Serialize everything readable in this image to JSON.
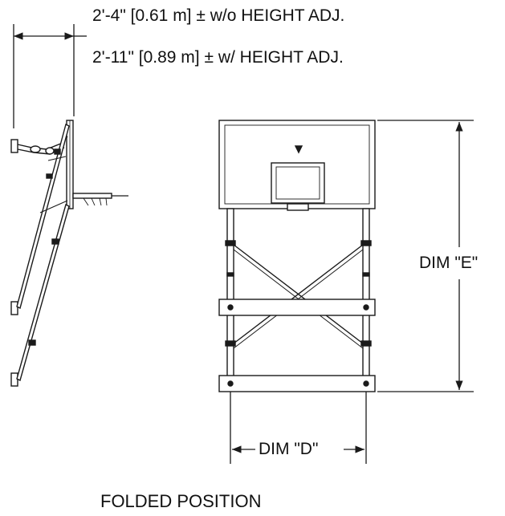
{
  "labels": {
    "without_height_adj": "2'-4\" [0.61 m] ±  w/o HEIGHT ADJ.",
    "with_height_adj": "2'-11\" [0.89 m] ±  w/ HEIGHT ADJ.",
    "dim_e": "DIM \"E\"",
    "dim_d": "DIM \"D\"",
    "caption": "FOLDED POSITION"
  },
  "colors": {
    "line": "#1a1a1a",
    "fill": "#ffffff",
    "background": "#ffffff"
  }
}
